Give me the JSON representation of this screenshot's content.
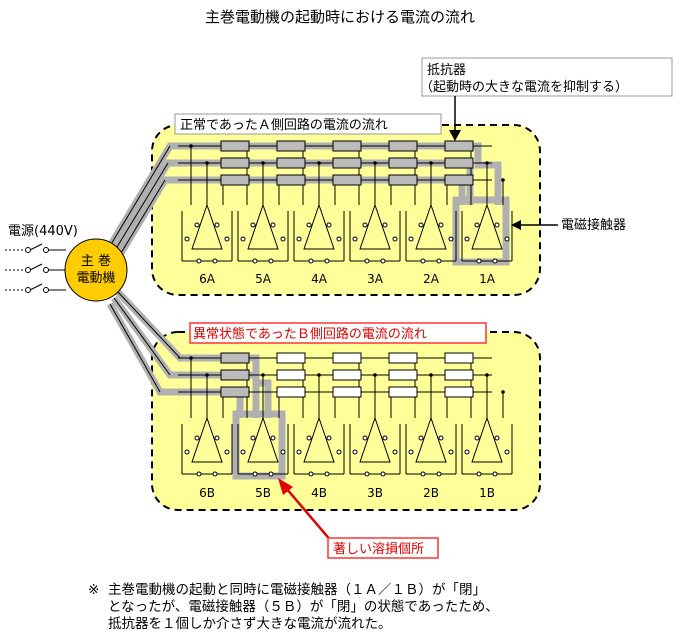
{
  "title": "主巻電動機の起動時における電流の流れ",
  "power_source": "電源(440V)",
  "motor_label_line1": "主 巻",
  "motor_label_line2": "電動機",
  "resistor_label_line1": "抵抗器",
  "resistor_label_line2": "（起動時の大きな電流を抑制する）",
  "contactor_label": "電磁接触器",
  "circuit_a_label": "正常であったＡ側回路の電流の流れ",
  "circuit_b_label": "異常状態であったＢ側回路の電流の流れ",
  "damage_label": "著しい溶損個所",
  "a_units": [
    "6A",
    "5A",
    "4A",
    "3A",
    "2A",
    "1A"
  ],
  "b_units": [
    "6B",
    "5B",
    "4B",
    "3B",
    "2B",
    "1B"
  ],
  "note_mark": "※",
  "note_lines": [
    "主巻電動機の起動と同時に電磁接触器（１Ａ／１Ｂ）が「閉」",
    "となったが、電磁接触器（５Ｂ）が「閉」の状態であったため、",
    "抵抗器を１個しか介さず大きな電流が流れた。"
  ],
  "colors": {
    "panel_fill": "#ffff99",
    "motor_fill": "#ffcc00",
    "highlight_path": "#b0b0b0",
    "damage_red": "#e00000",
    "resistor_grey": "#bbbbbb"
  }
}
